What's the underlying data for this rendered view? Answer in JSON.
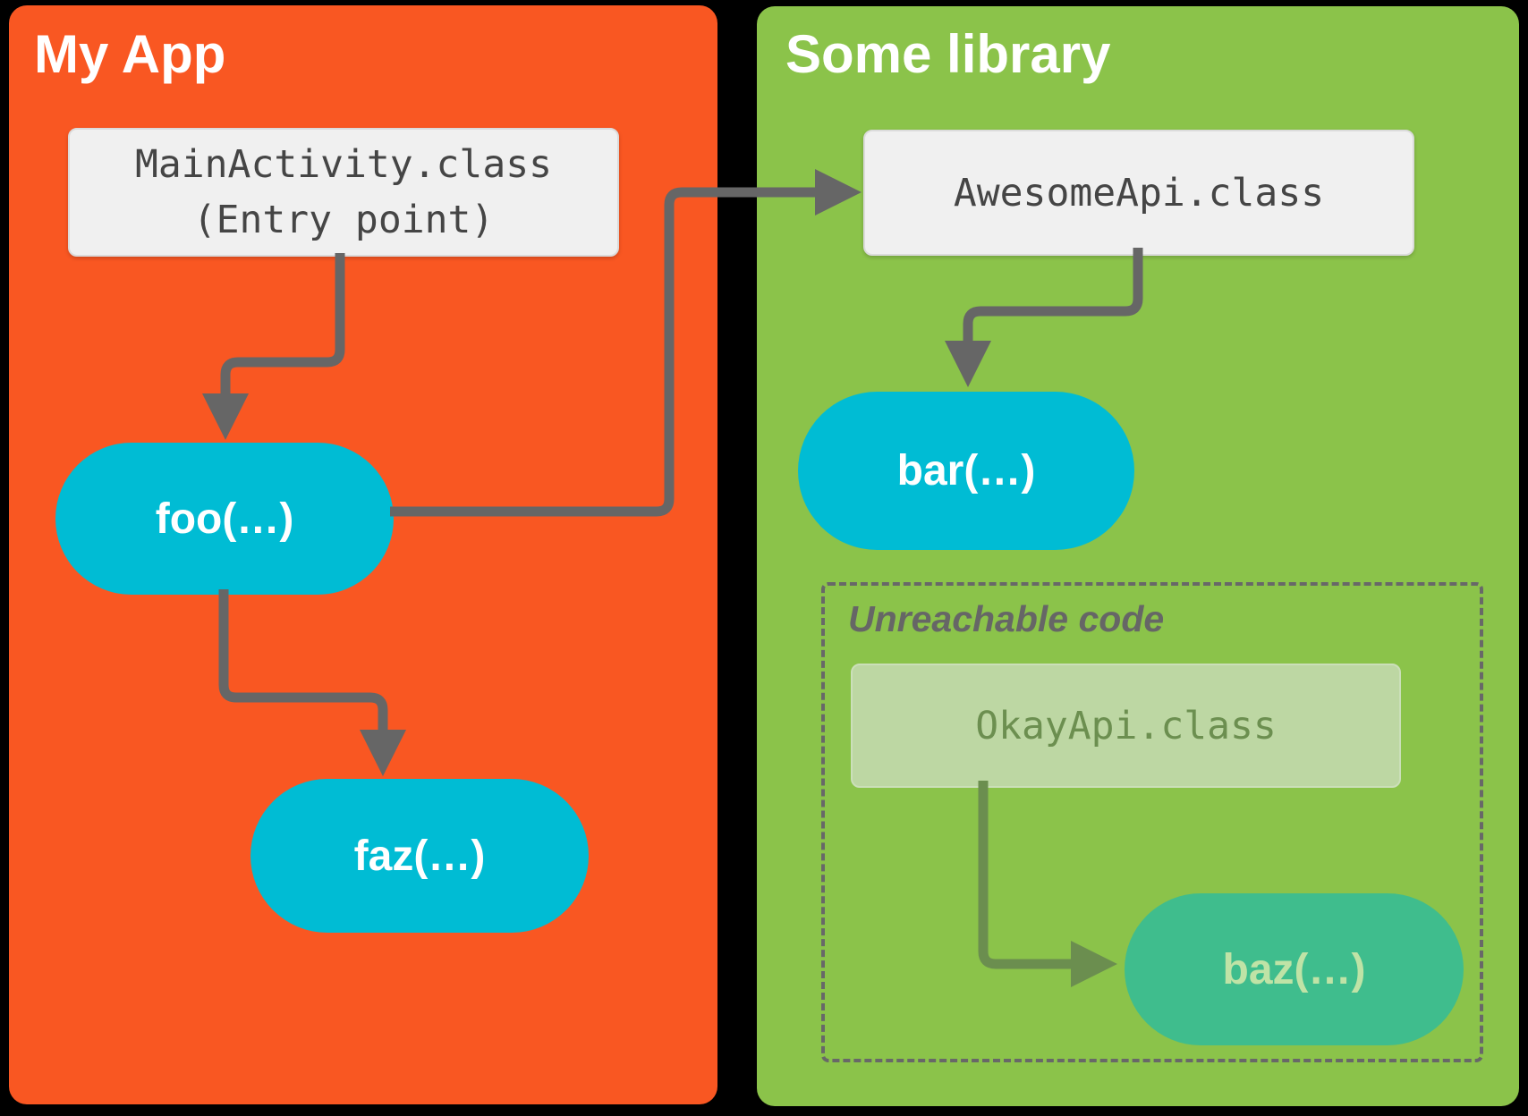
{
  "palette": {
    "background": "#000000",
    "app_panel": "#F95722",
    "library_panel": "#8BC34A",
    "title_text": "#FFFFFF",
    "class_box_bg": "#F0F0F0",
    "class_box_border": "#DBDBDB",
    "class_box_text": "#454545",
    "method_node_bg": "#00BCD4",
    "method_node_text": "#FFFFFF",
    "arrow": "#666666",
    "dashed_border": "#686868",
    "unreachable_label_text": "#666666",
    "unreachable_class_box_bg": "#BDD7A3",
    "unreachable_class_box_border": "#CBDFB9",
    "unreachable_class_box_text": "#6C8F50",
    "unreachable_method_node_bg": "#3FBD8D",
    "unreachable_method_node_text": "#BFE3A6",
    "unreachable_arrow": "#6B8E4F"
  },
  "panels": {
    "my_app": {
      "title": "My App",
      "class_box": {
        "line1": "MainActivity.class",
        "line2": "(Entry point)"
      },
      "methods": {
        "foo": "foo(…)",
        "faz": "faz(…)"
      }
    },
    "some_library": {
      "title": "Some library",
      "class_box": {
        "label": "AwesomeApi.class"
      },
      "methods": {
        "bar": "bar(…)"
      },
      "unreachable": {
        "label": "Unreachable code",
        "class_box": {
          "label": "OkayApi.class"
        },
        "methods": {
          "baz": "baz(…)"
        }
      }
    }
  }
}
